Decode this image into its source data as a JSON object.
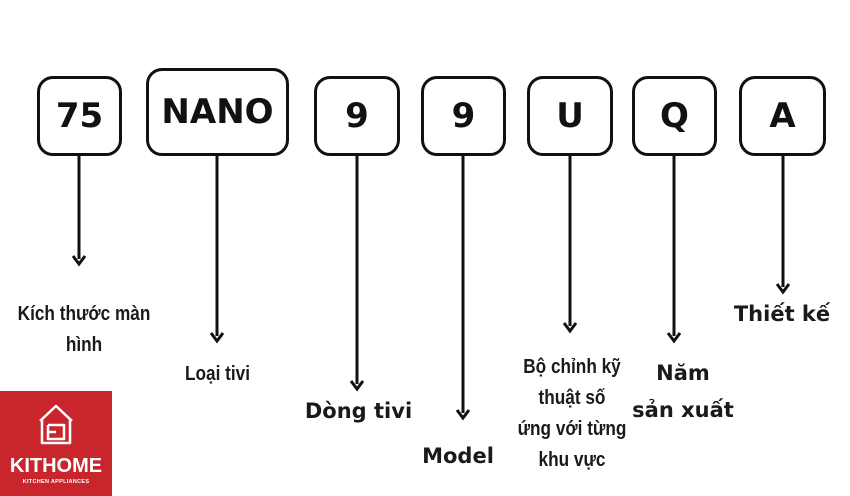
{
  "segments": [
    {
      "code": "75",
      "label": "Kích thước màn\nhình"
    },
    {
      "code": "NANO",
      "label": "Loại tivi"
    },
    {
      "code": "9",
      "label": "Dòng tivi"
    },
    {
      "code": "9",
      "label": "Model"
    },
    {
      "code": "U",
      "label": "Bộ chỉnh kỹ\nthuật số\nứng với từng\nkhu vực"
    },
    {
      "code": "Q",
      "label": "Năm\nsản xuất"
    },
    {
      "code": "A",
      "label": "Thiết kế"
    }
  ],
  "logo": {
    "brand": "KITHOME",
    "tagline": "KITCHEN APPLIANCES",
    "icon": "house-icon",
    "color": "#c8252c"
  }
}
